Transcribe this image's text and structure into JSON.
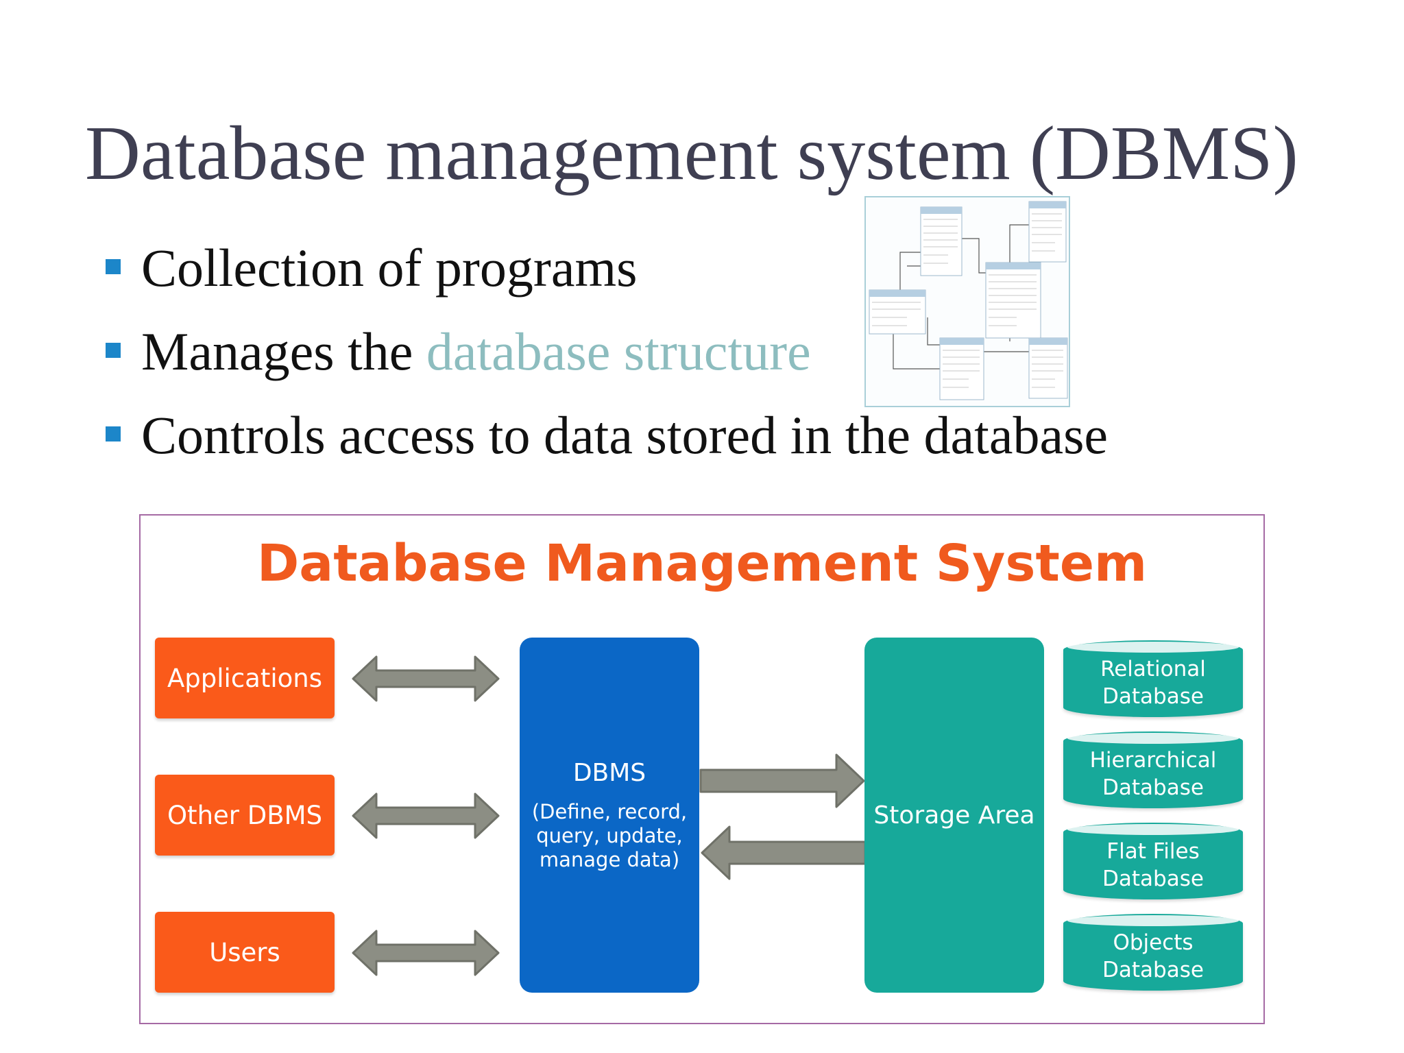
{
  "slide": {
    "title": "Database management system (DBMS)",
    "bullets": [
      {
        "text": "Collection of programs",
        "highlight": ""
      },
      {
        "text": "Manages the ",
        "highlight": "database structure"
      },
      {
        "text": "Controls access to data stored in the database",
        "highlight": ""
      }
    ]
  },
  "diagram": {
    "title": "Database Management System",
    "actors": [
      "Applications",
      "Other DBMS",
      "Users"
    ],
    "dbms": {
      "name": "DBMS",
      "description": "(Define, record, query, update, manage data)"
    },
    "storage": "Storage Area",
    "databases": [
      {
        "line1": "Relational",
        "line2": "Database"
      },
      {
        "line1": "Hierarchical",
        "line2": "Database"
      },
      {
        "line1": "Flat Files",
        "line2": "Database"
      },
      {
        "line1": "Objects",
        "line2": "Database"
      }
    ]
  },
  "colors": {
    "title_text": "#3f3f52",
    "bullet_square": "#1c86c9",
    "highlight_text": "#8dbdbf",
    "diagram_title": "#f05a1e",
    "actor_boxes": "#fa5a1a",
    "dbms_box": "#0b67c6",
    "storage_and_databases": "#17a99a",
    "arrows": "#8c8e84",
    "frame_border": "#a56aa4"
  }
}
